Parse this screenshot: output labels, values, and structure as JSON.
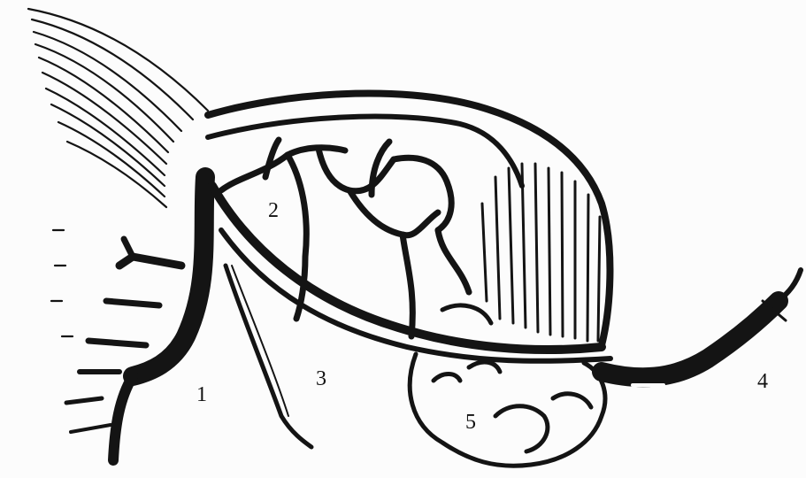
{
  "figure": {
    "background_color": "#fcfcfc",
    "ink_color": "#141414",
    "labels": [
      {
        "id": "1",
        "text": "1"
      },
      {
        "id": "2",
        "text": "2"
      },
      {
        "id": "3",
        "text": "3"
      },
      {
        "id": "4",
        "text": "4"
      },
      {
        "id": "5",
        "text": "5"
      }
    ]
  }
}
